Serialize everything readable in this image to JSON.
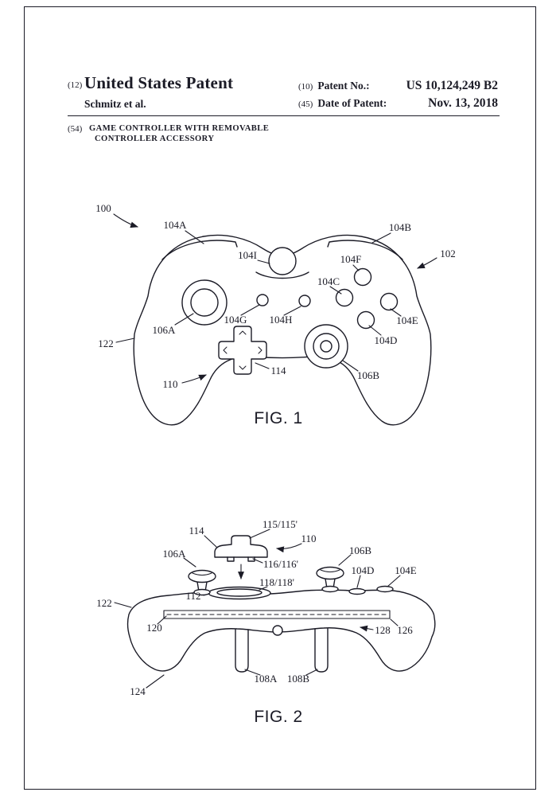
{
  "ink_color": "#1b1b26",
  "paper_color": "#ffffff",
  "header": {
    "code12": "(12)",
    "title": "United States Patent",
    "inventor": "Schmitz et al.",
    "code10": "(10)",
    "patent_no_label": "Patent No.:",
    "patent_no": "US 10,124,249 B2",
    "code45": "(45)",
    "date_label": "Date of Patent:",
    "date": "Nov. 13, 2018",
    "code54": "(54)",
    "invention_title_line1": "GAME CONTROLLER WITH REMOVABLE",
    "invention_title_line2": "CONTROLLER ACCESSORY"
  },
  "fig1": {
    "caption": "FIG. 1",
    "labels": {
      "n100": "100",
      "n102": "102",
      "n104A": "104A",
      "n104B": "104B",
      "n104C": "104C",
      "n104D": "104D",
      "n104E": "104E",
      "n104F": "104F",
      "n104G": "104G",
      "n104H": "104H",
      "n104I": "104I",
      "n106A": "106A",
      "n106B": "106B",
      "n110": "110",
      "n114": "114",
      "n122": "122"
    }
  },
  "fig2": {
    "caption": "FIG. 2",
    "labels": {
      "n114": "114",
      "n115": "115/115'",
      "n110": "110",
      "n106A": "106A",
      "n106B": "106B",
      "n116": "116/116'",
      "n104D": "104D",
      "n104E": "104E",
      "n118": "118/118'",
      "n112": "112",
      "n122": "122",
      "n120": "120",
      "n128": "128",
      "n126": "126",
      "n108A": "108A",
      "n108B": "108B",
      "n124": "124"
    }
  }
}
